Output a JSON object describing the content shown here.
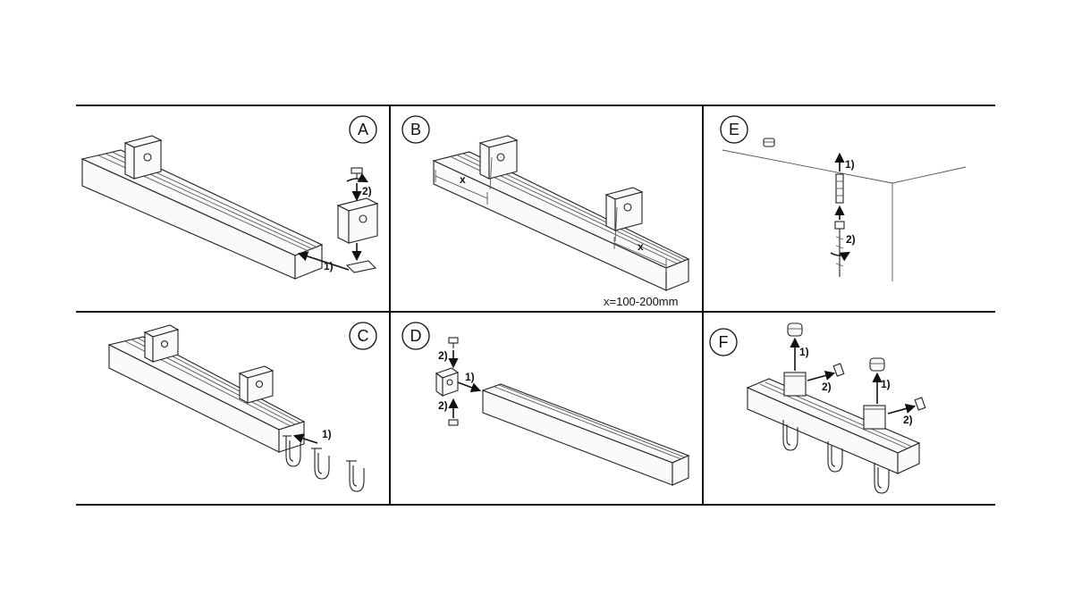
{
  "panels": {
    "a": {
      "badge": "A",
      "step1": "1)",
      "step2": "2)"
    },
    "b": {
      "badge": "B",
      "dim1": "x",
      "dim2": "x",
      "note": "x=100-200mm"
    },
    "e": {
      "badge": "E",
      "step1": "1)",
      "step2": "2)"
    },
    "c": {
      "badge": "C",
      "step1": "1)"
    },
    "d": {
      "badge": "D",
      "step1": "1)",
      "step2a": "2)",
      "step2b": "2)"
    },
    "f": {
      "badge": "F",
      "step1a": "1)",
      "step1b": "1)",
      "step2a": "2)",
      "step2b": "2)"
    }
  }
}
